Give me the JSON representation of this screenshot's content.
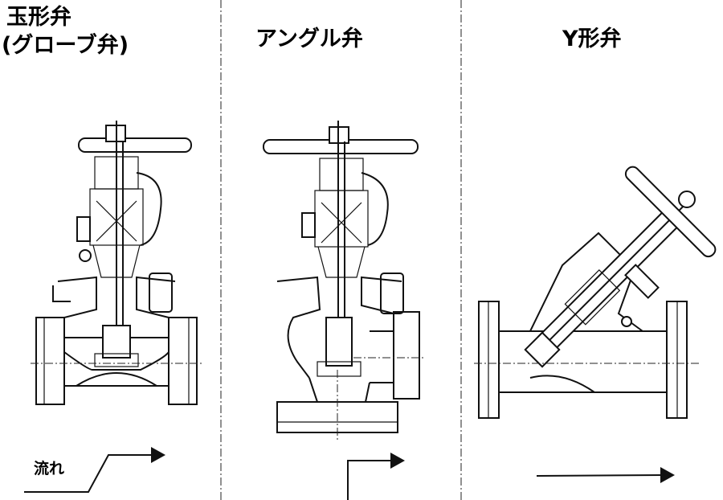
{
  "titles": {
    "globe": "玉形弁",
    "globe_sub": "(グローブ弁)",
    "angle": "アングル弁",
    "y": "Y形弁"
  },
  "flow_label": "流れ"
}
